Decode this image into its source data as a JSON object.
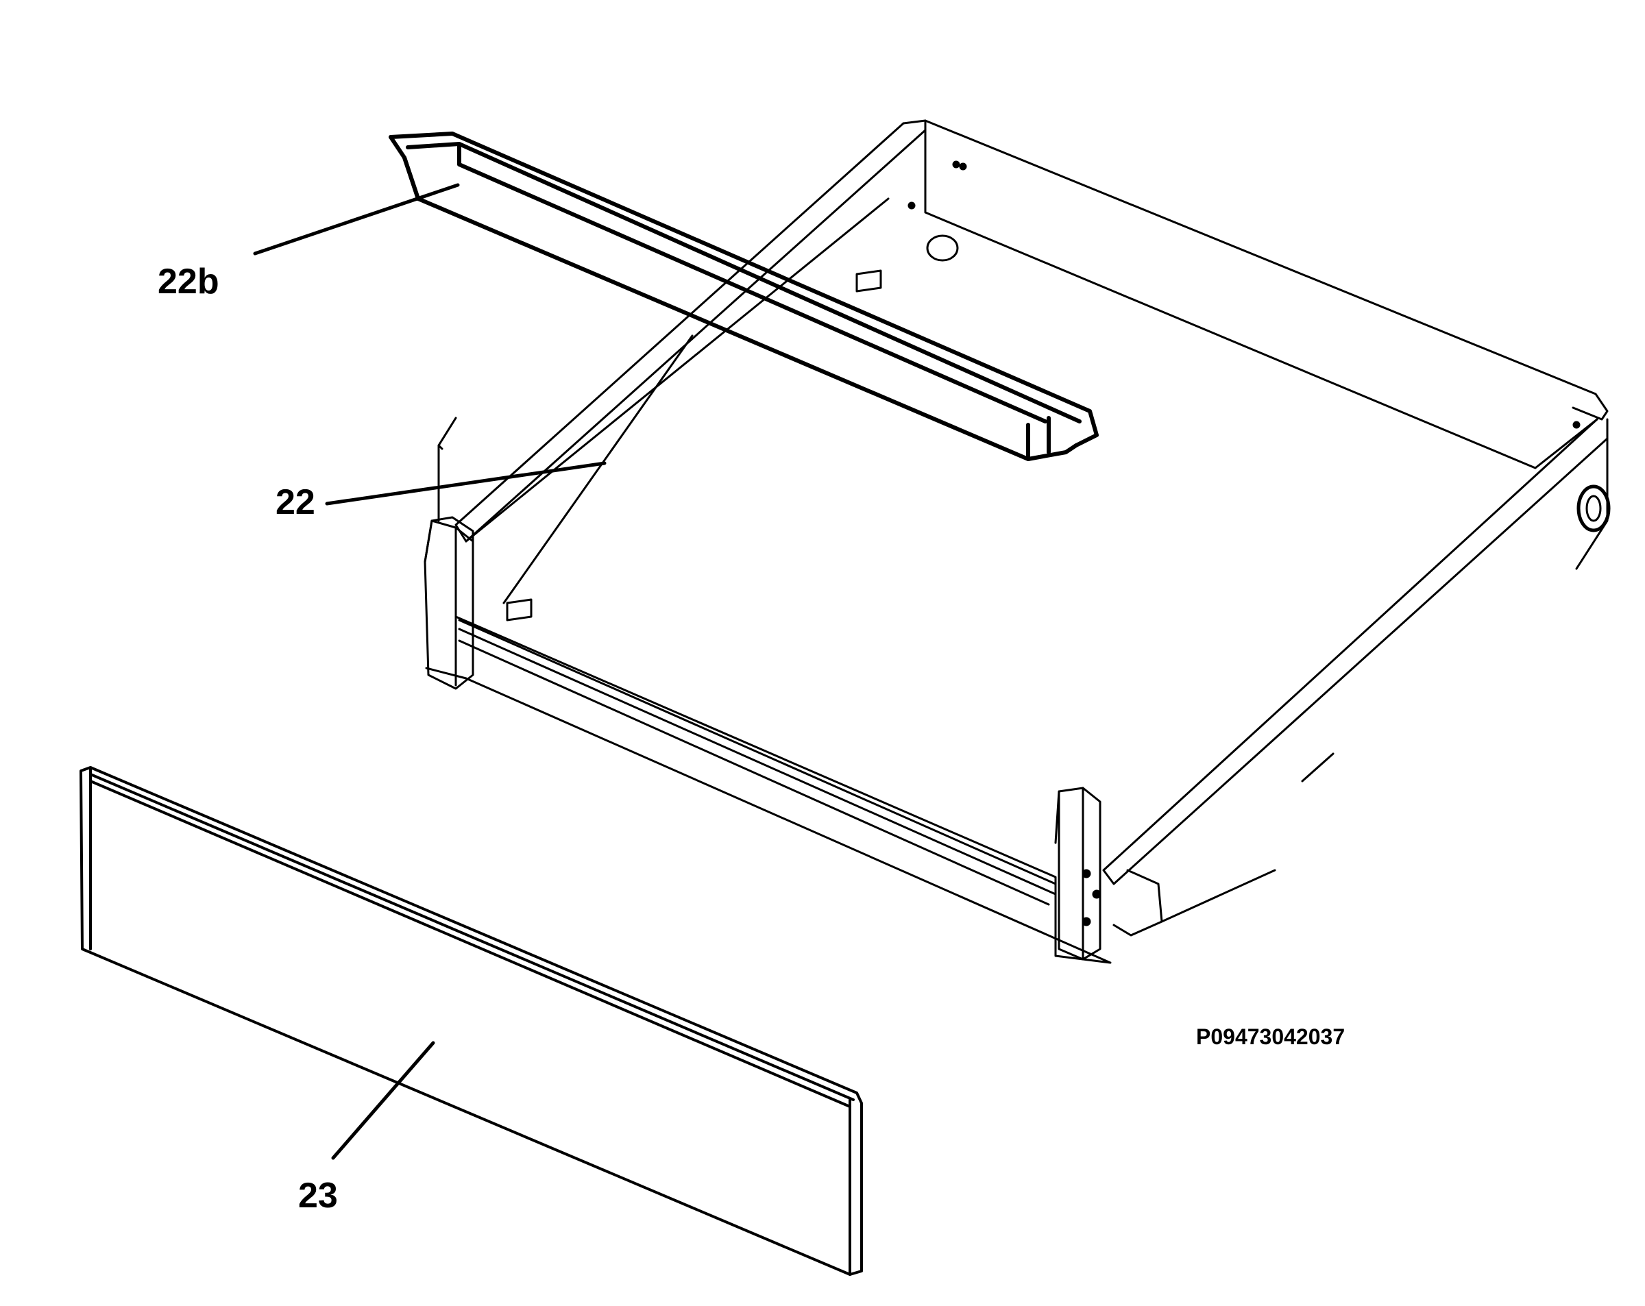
{
  "diagram": {
    "reference_code": "P09473042037",
    "callouts": [
      {
        "id": "callout-22b",
        "label": "22b"
      },
      {
        "id": "callout-22",
        "label": "22"
      },
      {
        "id": "callout-23",
        "label": "23"
      }
    ],
    "colors": {
      "stroke": "#000000",
      "background": "#ffffff"
    }
  }
}
